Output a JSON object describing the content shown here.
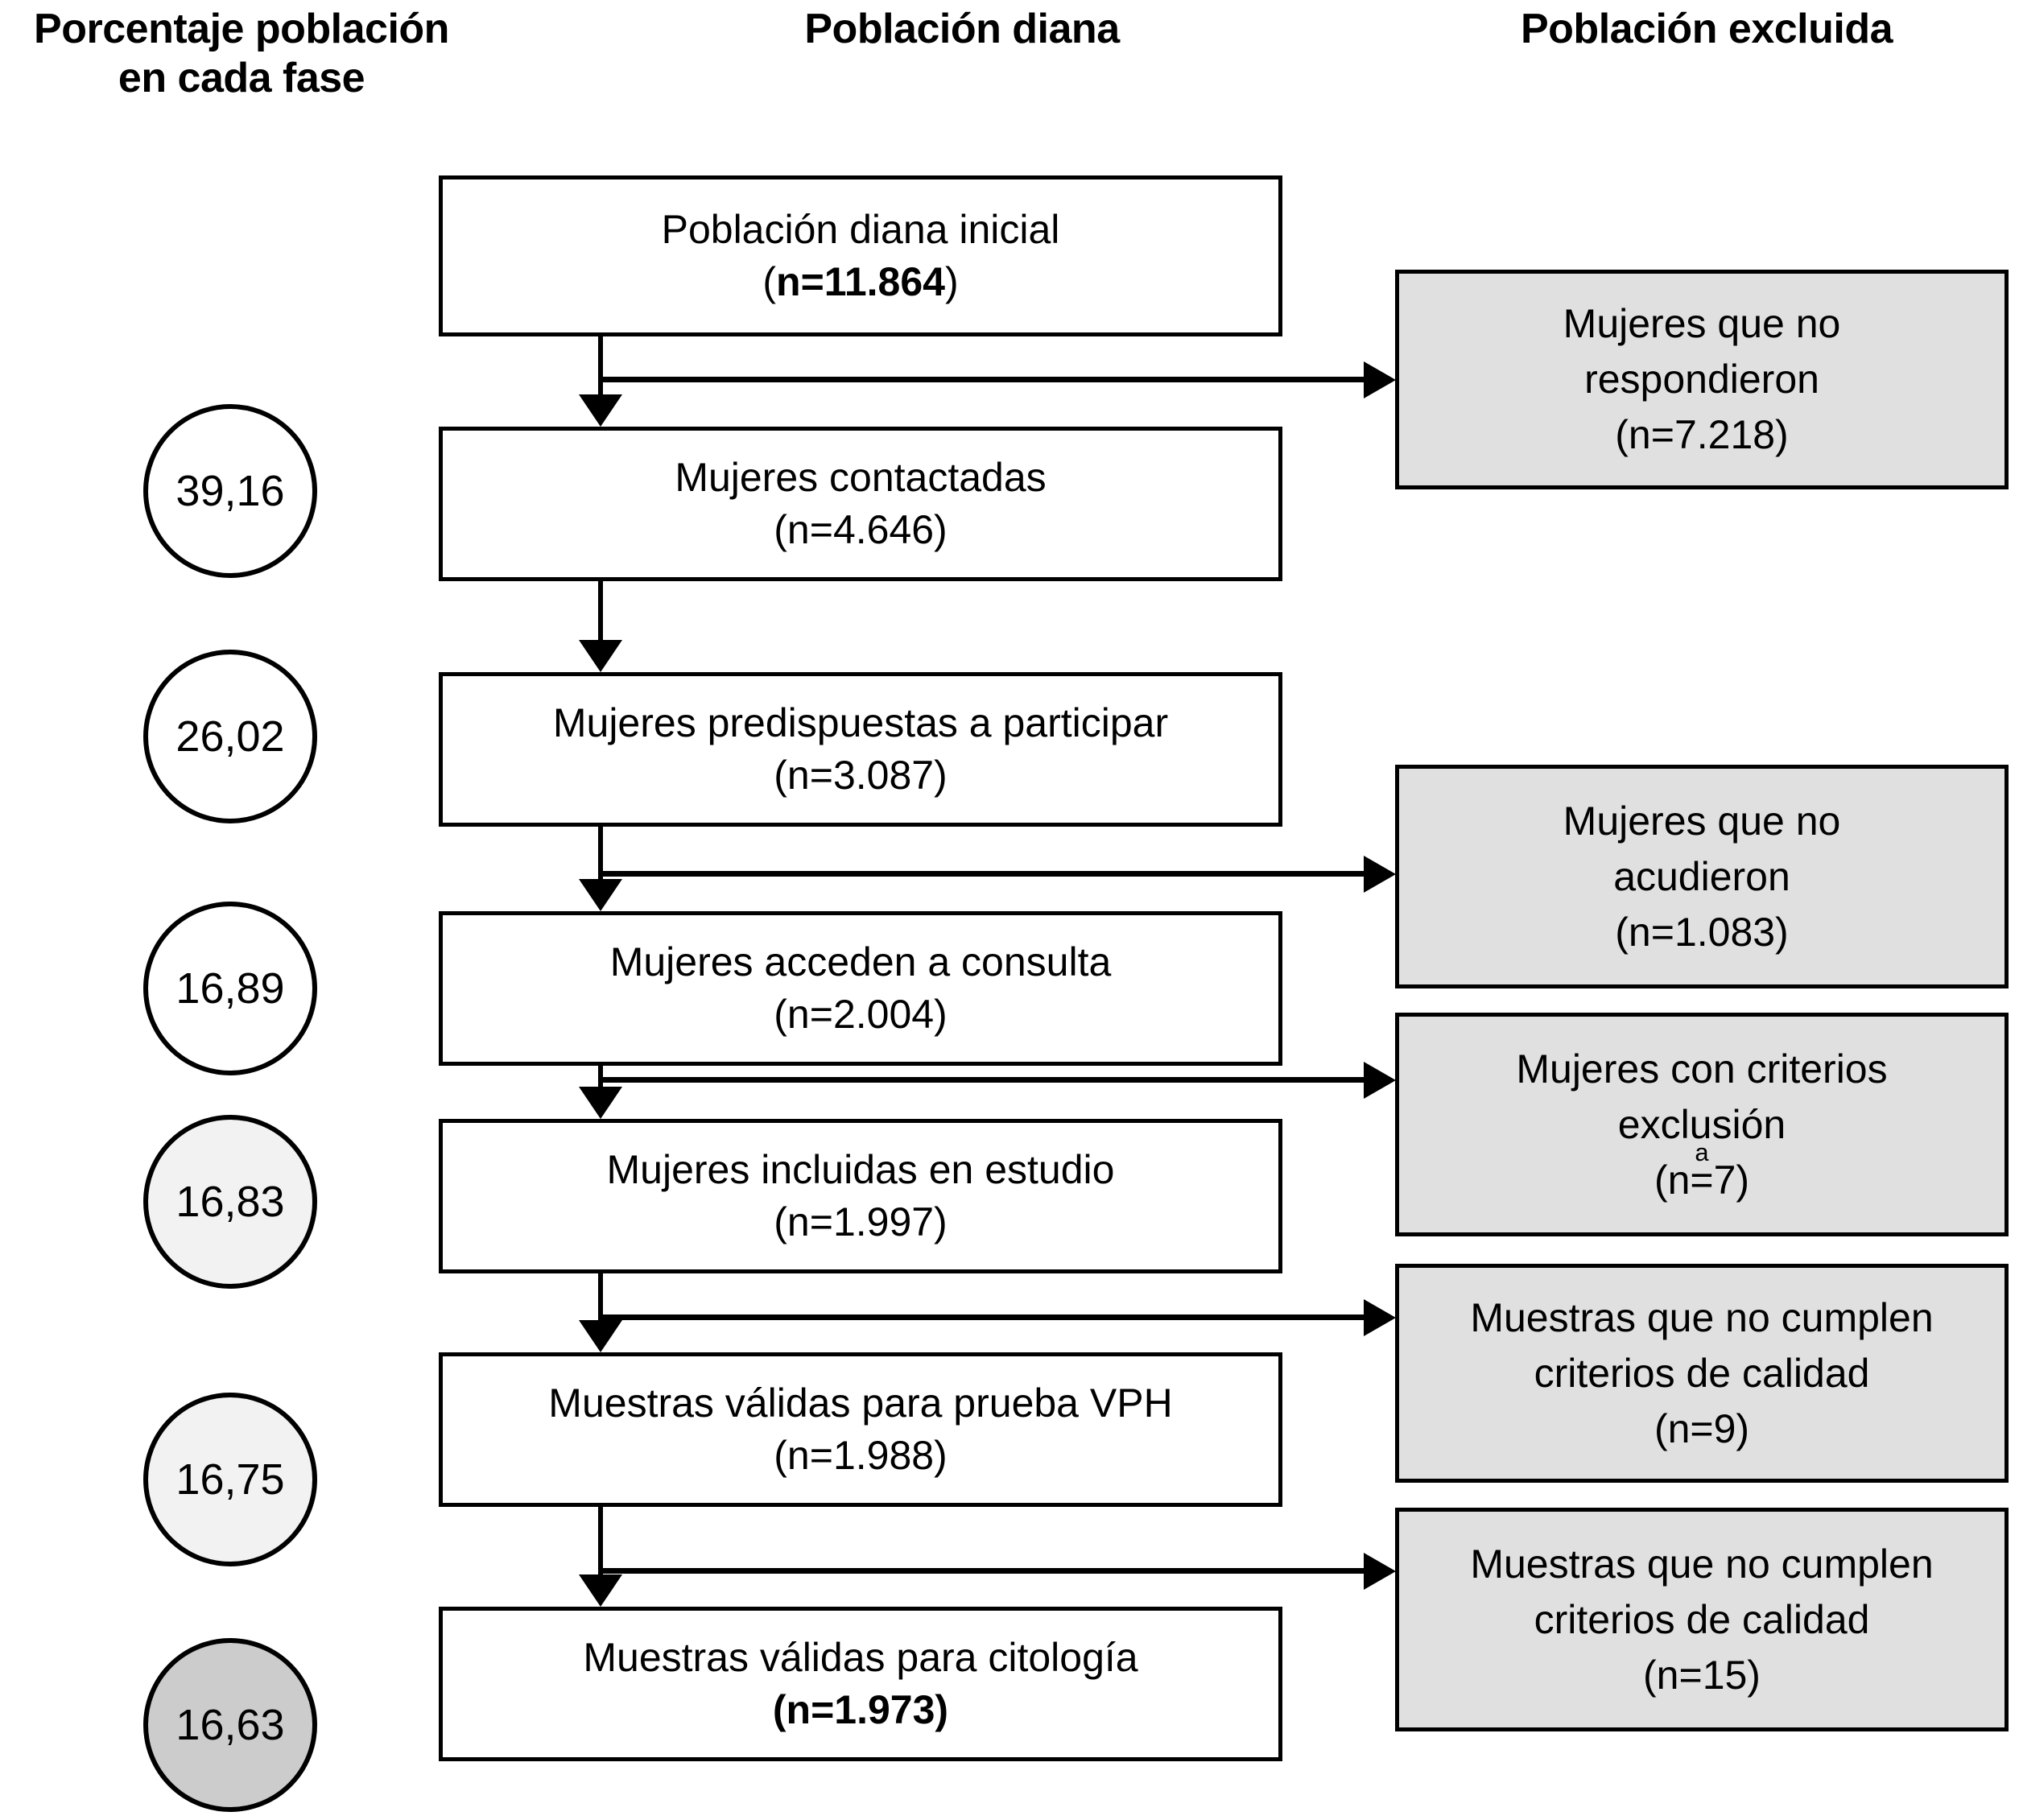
{
  "headers": {
    "percentage": "Porcentaje población en cada fase",
    "percentage_line1": "Porcentaje población",
    "percentage_line2": "en cada fase",
    "target": "Población diana",
    "excluded": "Población excluida"
  },
  "colors": {
    "excluded_box_fill": "#e0e0e0",
    "main_box_fill": "#ffffff",
    "circle_fill_white": "#ffffff",
    "circle_fill_light": "#f2f2f2",
    "circle_fill_gray": "#cccccc",
    "stroke": "#000000"
  },
  "chart_data": {
    "type": "flowchart",
    "title": "Diagrama de flujo de la población del estudio",
    "flow": [
      {
        "label": "Población diana inicial",
        "n": "(n=11.864)",
        "n_value": 11864,
        "percent": null
      },
      {
        "label": "Mujeres contactadas",
        "n": "(n=4.646)",
        "n_value": 4646,
        "percent": "39,16"
      },
      {
        "label": "Mujeres predispuestas a participar",
        "n": "(n=3.087)",
        "n_value": 3087,
        "percent": "26,02"
      },
      {
        "label": "Mujeres acceden a consulta",
        "n": "(n=2.004)",
        "n_value": 2004,
        "percent": "16,89"
      },
      {
        "label": "Mujeres incluidas en estudio",
        "n": "(n=1.997)",
        "n_value": 1997,
        "percent": "16,83"
      },
      {
        "label": "Muestras válidas  para prueba VPH",
        "n": "(n=1.988)",
        "n_value": 1988,
        "percent": "16,75"
      },
      {
        "label": "Muestras válidas  para citología",
        "n": "(n=1.973)",
        "n_value": 1973,
        "percent": "16,63"
      }
    ],
    "excluded": [
      {
        "line1": "Mujeres que no",
        "line2": "respondieron",
        "n": "(n=7.218)",
        "n_value": 7218
      },
      {
        "line1": "Mujeres que no",
        "line2": "acudieron",
        "n": "(n=1.083)",
        "n_value": 1083
      },
      {
        "line1": "Mujeres con criterios",
        "line2": "exclusión",
        "superscript": "a",
        "n": "(n=7)",
        "n_value": 7
      },
      {
        "line1": "Muestras que no cumplen",
        "line2": "criterios de calidad",
        "n": "(n=9)",
        "n_value": 9
      },
      {
        "line1": "Muestras que no cumplen",
        "line2": "criterios de calidad",
        "n": "(n=15)",
        "n_value": 15
      }
    ]
  },
  "boxes": {
    "b1": {
      "line1": "Población diana inicial",
      "paren_open": "(",
      "n": "n=11.864",
      "paren_close": ")"
    },
    "b2": {
      "line1": "Mujeres contactadas",
      "line2": "(n=4.646)"
    },
    "b3": {
      "line1": "Mujeres predispuestas a participar",
      "line2": "(n=3.087)"
    },
    "b4": {
      "line1": "Mujeres acceden a consulta",
      "line2": "(n=2.004)"
    },
    "b5": {
      "line1": "Mujeres incluidas en estudio",
      "line2": "(n=1.997)"
    },
    "b6": {
      "line1": "Muestras válidas  para prueba VPH",
      "line2": "(n=1.988)"
    },
    "b7": {
      "line1": "Muestras válidas  para citología",
      "line2": "(n=1.973)"
    }
  },
  "excluded_boxes": {
    "e1": {
      "line1": "Mujeres que no",
      "line2": "respondieron",
      "line3": "(n=7.218)"
    },
    "e2": {
      "line1": "Mujeres que no",
      "line2": "acudieron",
      "line3": "(n=1.083)"
    },
    "e3": {
      "line1": "Mujeres con criterios",
      "line2": "exclusión",
      "sup": "a",
      "line3": "(n=7)"
    },
    "e4": {
      "line1": "Muestras que no cumplen",
      "line2": "criterios de calidad",
      "line3": "(n=9)"
    },
    "e5": {
      "line1": "Muestras que no cumplen",
      "line2": "criterios de calidad",
      "line3": "(n=15)"
    }
  },
  "percentages": {
    "p1": "39,16",
    "p2": "26,02",
    "p3": "16,89",
    "p4": "16,83",
    "p5": "16,75",
    "p6": "16,63"
  }
}
